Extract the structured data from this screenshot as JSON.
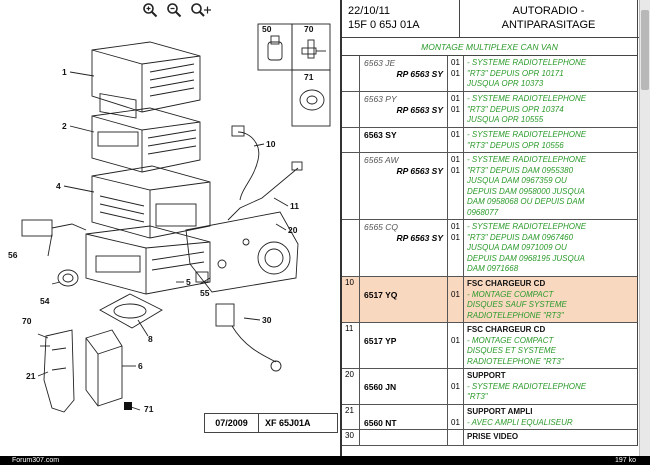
{
  "toolbar": {
    "zoom_in_icon": "zoom-in-icon",
    "zoom_out_icon": "zoom-out-icon",
    "pan_icon": "pan-icon"
  },
  "diagram": {
    "callouts": [
      "1",
      "2",
      "4",
      "5",
      "6",
      "8",
      "10",
      "11",
      "20",
      "21",
      "30",
      "50",
      "54",
      "55",
      "56",
      "70",
      "70",
      "71",
      "71"
    ],
    "stamp_date": "07/2009",
    "stamp_code": "XF 65J01A"
  },
  "header": {
    "date": "22/10/11",
    "code": "15F 0 65J 01A",
    "title_line1": "AUTORADIO -",
    "title_line2": "ANTIPARASITAGE",
    "subtitle": "MONTAGE MULTIPLEXE CAN VAN"
  },
  "rows": [
    {
      "num": "",
      "ref": "6563 JE",
      "ref_rp": "RP 6563 SY",
      "qty": "01",
      "qty2": "01",
      "lines": [
        "- SYSTEME RADIOTELEPHONE",
        "\"RT3\" DEPUIS OPR 10171",
        "JUSQUA OPR 10373"
      ],
      "highlight": false
    },
    {
      "num": "",
      "ref": "6563 PY",
      "ref_rp": "RP 6563 SY",
      "qty": "01",
      "qty2": "01",
      "lines": [
        "- SYSTEME RADIOTELEPHONE",
        "\"RT3\" DEPUIS OPR 10374",
        "JUSQUA OPR 10555"
      ],
      "highlight": false
    },
    {
      "num": "",
      "ref": "6563 SY",
      "ref_rp": "",
      "qty": "01",
      "qty2": "",
      "lines": [
        "- SYSTEME RADIOTELEPHONE",
        "\"RT3\" DEPUIS OPR 10556"
      ],
      "highlight": false
    },
    {
      "num": "",
      "ref": "6565 AW",
      "ref_rp": "RP 6563 SY",
      "qty": "01",
      "qty2": "01",
      "lines": [
        "- SYSTEME RADIOTELEPHONE",
        "\"RT3\" DEPUIS DAM 0955380",
        "JUSQUA DAM 0967359 OU",
        "DEPUIS DAM 0958000 JUSQUA",
        "DAM 0958068 OU DEPUIS DAM",
        "0968077"
      ],
      "highlight": false
    },
    {
      "num": "",
      "ref": "6565 CQ",
      "ref_rp": "RP 6563 SY",
      "qty": "01",
      "qty2": "01",
      "lines": [
        "- SYSTEME RADIOTELEPHONE",
        "\"RT3\" DEPUIS DAM 0967460",
        "JUSQUA DAM 0971009 OU",
        "DEPUIS DAM 0968195 JUSQUA",
        "DAM 0971668"
      ],
      "highlight": false
    },
    {
      "num": "10",
      "ref": "6517 YQ",
      "ref_rp": "",
      "qty": "01",
      "qty2": "",
      "heading": "FSC CHARGEUR CD",
      "lines": [
        "- MONTAGE COMPACT",
        "DISQUES SAUF SYSTEME",
        "RADIOTELEPHONE \"RT3\""
      ],
      "highlight": true
    },
    {
      "num": "11",
      "ref": "6517 YP",
      "ref_rp": "",
      "qty": "01",
      "qty2": "",
      "heading": "FSC CHARGEUR CD",
      "lines": [
        "- MONTAGE COMPACT",
        "DISQUES ET SYSTEME",
        "RADIOTELEPHONE \"RT3\""
      ],
      "highlight": false
    },
    {
      "num": "20",
      "ref": "6560 JN",
      "ref_rp": "",
      "qty": "01",
      "qty2": "",
      "heading": "SUPPORT",
      "lines": [
        "- SYSTEME RADIOTELEPHONE",
        "\"RT3\""
      ],
      "highlight": false
    },
    {
      "num": "21",
      "ref": "6560 NT",
      "ref_rp": "",
      "qty": "01",
      "qty2": "",
      "heading": "SUPPORT AMPLI",
      "lines": [
        "- AVEC AMPLI EQUALISEUR"
      ],
      "highlight": false
    },
    {
      "num": "30",
      "ref": "",
      "ref_rp": "",
      "qty": "",
      "qty2": "",
      "heading": "PRISE VIDEO",
      "lines": [],
      "highlight": false
    }
  ],
  "status": {
    "site": "Forum307.com",
    "size": "197 ko"
  }
}
